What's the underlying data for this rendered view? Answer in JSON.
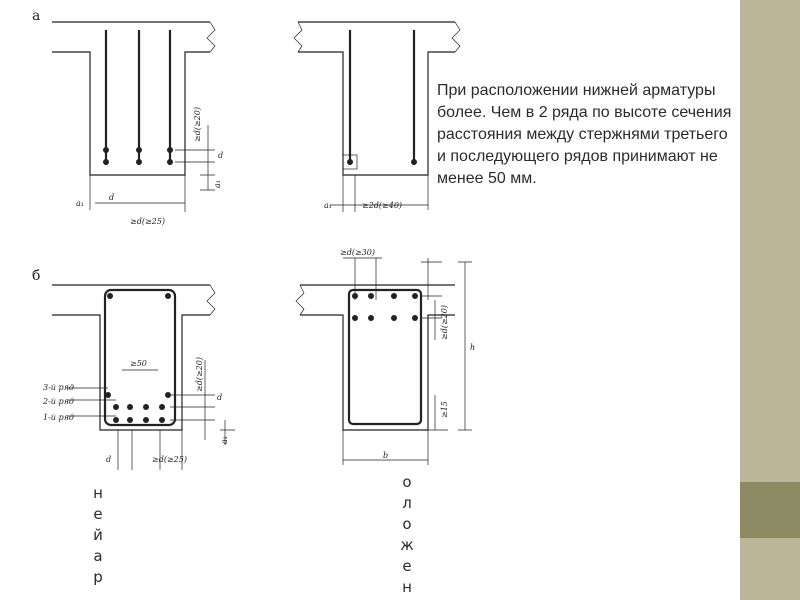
{
  "caption": "При расположении нижней арматуры более. Чем в 2 ряда по высоте сечения расстояния между стержнями третьего и последующего рядов принимают не менее 50 мм.",
  "fragment_left": [
    "н",
    "е",
    "й",
    "а",
    "р"
  ],
  "fragment_right": [
    "о",
    "л",
    "о",
    "ж",
    "е",
    "н"
  ],
  "diagram": {
    "label_a": "а",
    "label_b": "б",
    "a_left": {
      "ann_d20": "≥d(≥20)",
      "ann_d": "d",
      "ann_a1": "a₁",
      "ann_a1b": "a₁",
      "ann_d_bottom": "d",
      "ann_d25": "≥d(≥25)"
    },
    "a_right": {
      "ann_a1": "a₁",
      "ann_2d40": "≥2d(≥40)"
    },
    "b_left": {
      "row3": "3-й ряд",
      "row2": "2-й ряд",
      "row1": "1-й ряд",
      "ann_50": "≥50",
      "ann_d20": "≥d(≥20)",
      "ann_d": "d",
      "ann_d_bottom": "d",
      "ann_d25": "≥d(≥25)",
      "ann_a1": "a₁"
    },
    "b_right": {
      "ann_d30": "≥d(≥30)",
      "ann_d20": "≥d(≥20)",
      "ann_15": "≥15",
      "ann_h": "h",
      "ann_b": "b"
    }
  },
  "colors": {
    "side_band": "#bcb59a",
    "side_accent": "#8c8a62",
    "text": "#2b2b2b"
  }
}
